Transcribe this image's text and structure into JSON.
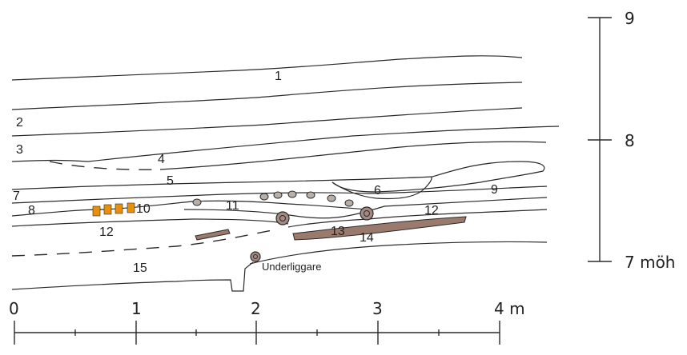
{
  "layers": [
    {
      "id": "layer-1",
      "label": "1"
    },
    {
      "id": "layer-2",
      "label": "2"
    },
    {
      "id": "layer-3",
      "label": "3"
    },
    {
      "id": "layer-4",
      "label": "4"
    },
    {
      "id": "layer-5",
      "label": "5"
    },
    {
      "id": "layer-6",
      "label": "6"
    },
    {
      "id": "layer-7",
      "label": "7"
    },
    {
      "id": "layer-8",
      "label": "8"
    },
    {
      "id": "layer-9",
      "label": "9"
    },
    {
      "id": "layer-10",
      "label": "10"
    },
    {
      "id": "layer-11",
      "label": "11"
    },
    {
      "id": "layer-12a",
      "label": "12"
    },
    {
      "id": "layer-12b",
      "label": "12"
    },
    {
      "id": "layer-13",
      "label": "13"
    },
    {
      "id": "layer-14",
      "label": "14"
    },
    {
      "id": "layer-15",
      "label": "15"
    }
  ],
  "annotation": {
    "underliggare": "Underliggare"
  },
  "horizontal_scale": {
    "ticks": [
      "0",
      "1",
      "2",
      "3",
      "4 m"
    ]
  },
  "vertical_scale": {
    "ticks": [
      "9",
      "8",
      "7 möh"
    ]
  },
  "colors": {
    "brick": "#e8900c",
    "wood": "#9b7a6e",
    "stroke": "#2a2a2a"
  }
}
